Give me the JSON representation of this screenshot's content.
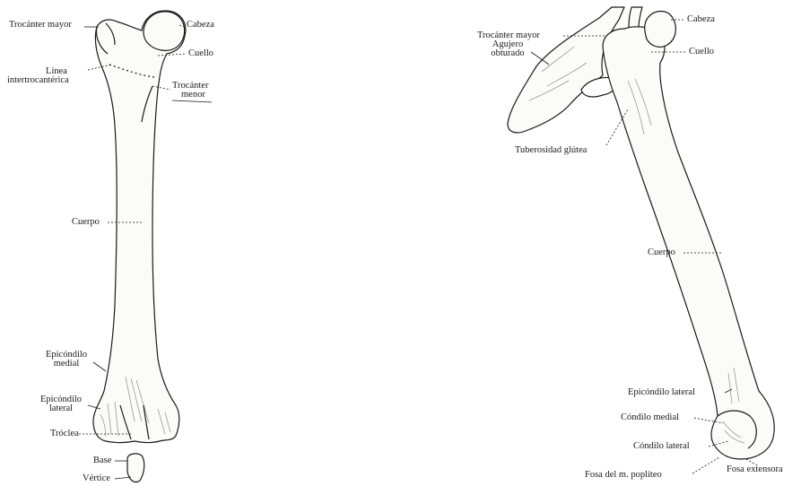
{
  "figure": {
    "ink_color": "#1a1a1a",
    "bone_fill": "#fbfbf8",
    "shade_color": "#9a9a96",
    "anterior_view": {
      "labels": {
        "trochanter_major": "Trocánter mayor",
        "head": "Cabeza",
        "neck": "Cuello",
        "intertrochanteric_line_1": "Línea",
        "intertrochanteric_line_2": "intertrocantérica",
        "trochanter_minor_1": "Trocánter",
        "trochanter_minor_2": "menor",
        "body": "Cuerpo",
        "medial_epicondyle_1": "Epicóndilo",
        "medial_epicondyle_2": "medial",
        "lateral_epicondyle_1": "Epicóndilo",
        "lateral_epicondyle_2": "lateral",
        "trochlea": "Tróclea",
        "patella_base": "Base",
        "patella_apex": "Vértice"
      }
    },
    "lateral_view": {
      "labels": {
        "trochanter_major": "Trocánter mayor",
        "head": "Cabeza",
        "neck": "Cuello",
        "obturator_foramen_1": "Agujero",
        "obturator_foramen_2": "obturado",
        "gluteal_tuberosity": "Tuberosidad glútea",
        "body": "Cuerpo",
        "lateral_epicondyle": "Epicóndilo lateral",
        "medial_condyle": "Cóndilo medial",
        "lateral_condyle": "Cóndilo lateral",
        "popliteus_fossa": "Fosa del m. poplíteo",
        "extensor_fossa": "Fosa extensora"
      }
    }
  }
}
